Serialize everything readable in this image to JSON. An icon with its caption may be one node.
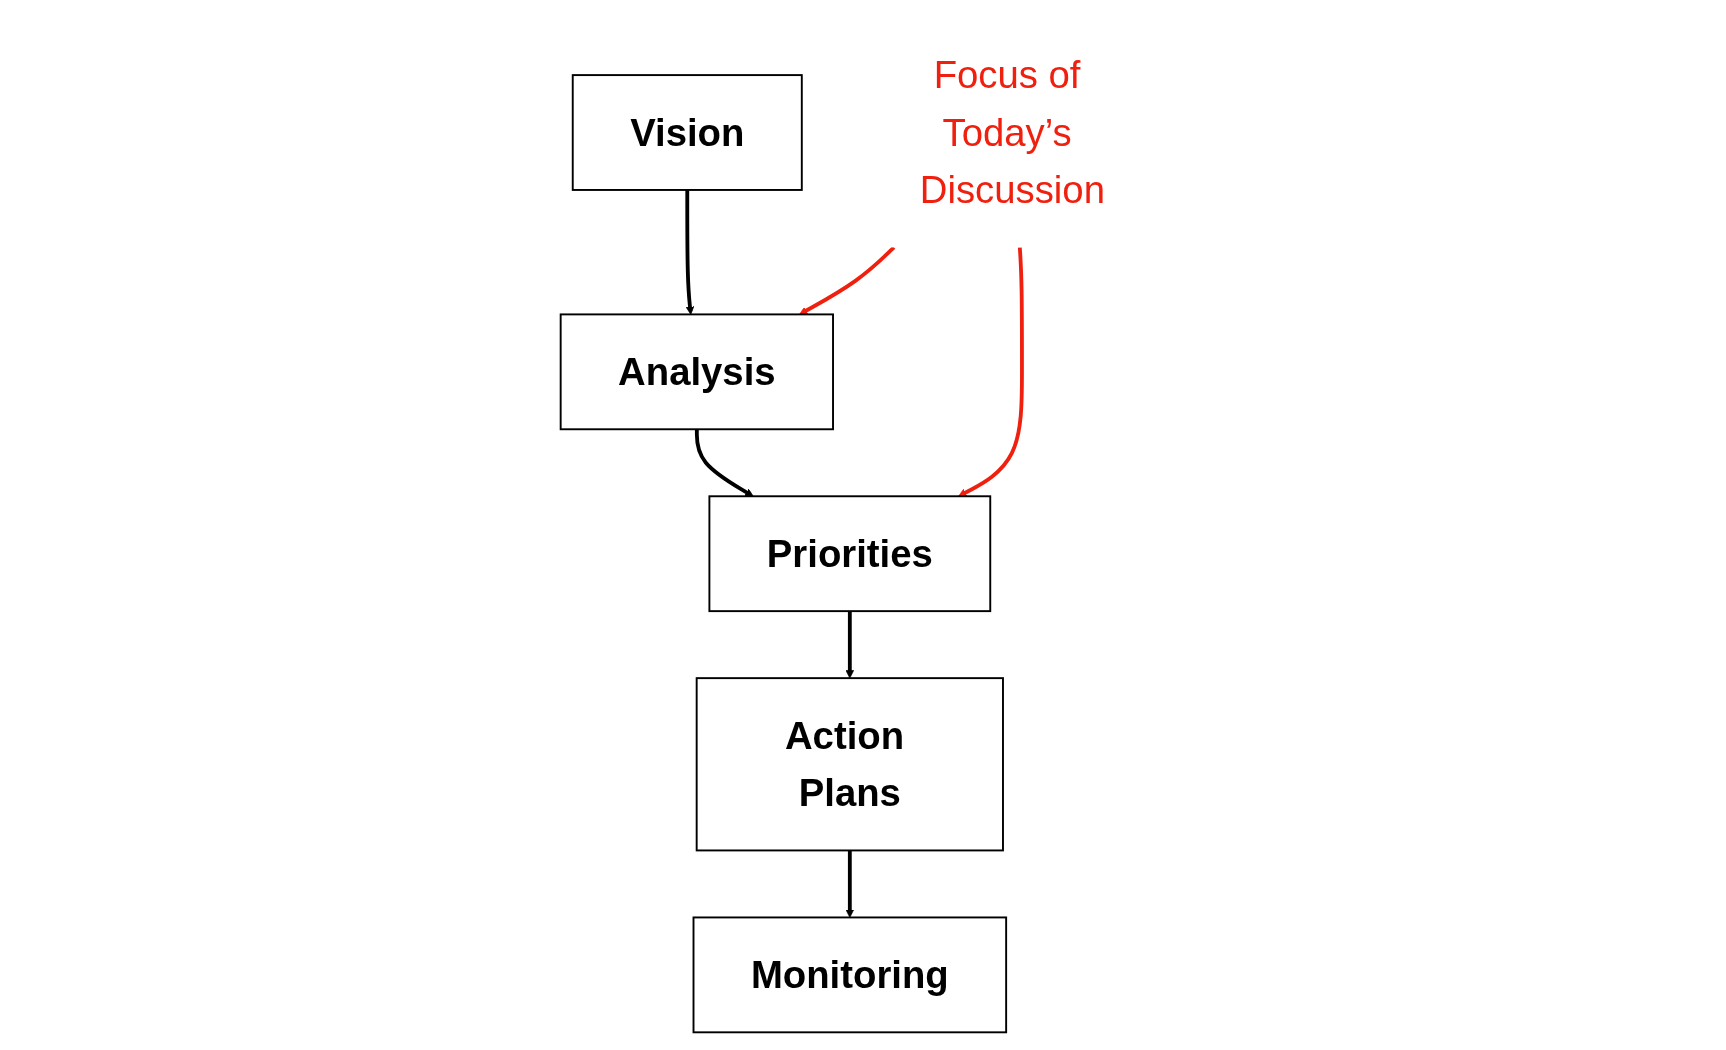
{
  "diagram": {
    "nodes": [
      {
        "text": [
          "Vision"
        ]
      },
      {
        "text": [
          "Analysis"
        ]
      },
      {
        "text": [
          "Priorities"
        ]
      },
      {
        "text": [
          "Action Plans"
        ]
      },
      {
        "text": [
          "Monitoring"
        ]
      },
      {
        "text": [
          "Focus of Today’s Discussion"
        ]
      }
    ],
    "edges": [
      {
        "from": 0,
        "to": 1,
        "arrow": "to"
      },
      {
        "from": 1,
        "to": 2,
        "arrow": "to"
      },
      {
        "from": 2,
        "to": 3,
        "arrow": "to"
      },
      {
        "from": 3,
        "to": 4,
        "arrow": "to"
      },
      {
        "from": 5,
        "to": 1,
        "arrow": "to",
        "color": "#f0200f"
      },
      {
        "from": 5,
        "to": 2,
        "arrow": "to",
        "color": "#f0200f"
      }
    ]
  }
}
